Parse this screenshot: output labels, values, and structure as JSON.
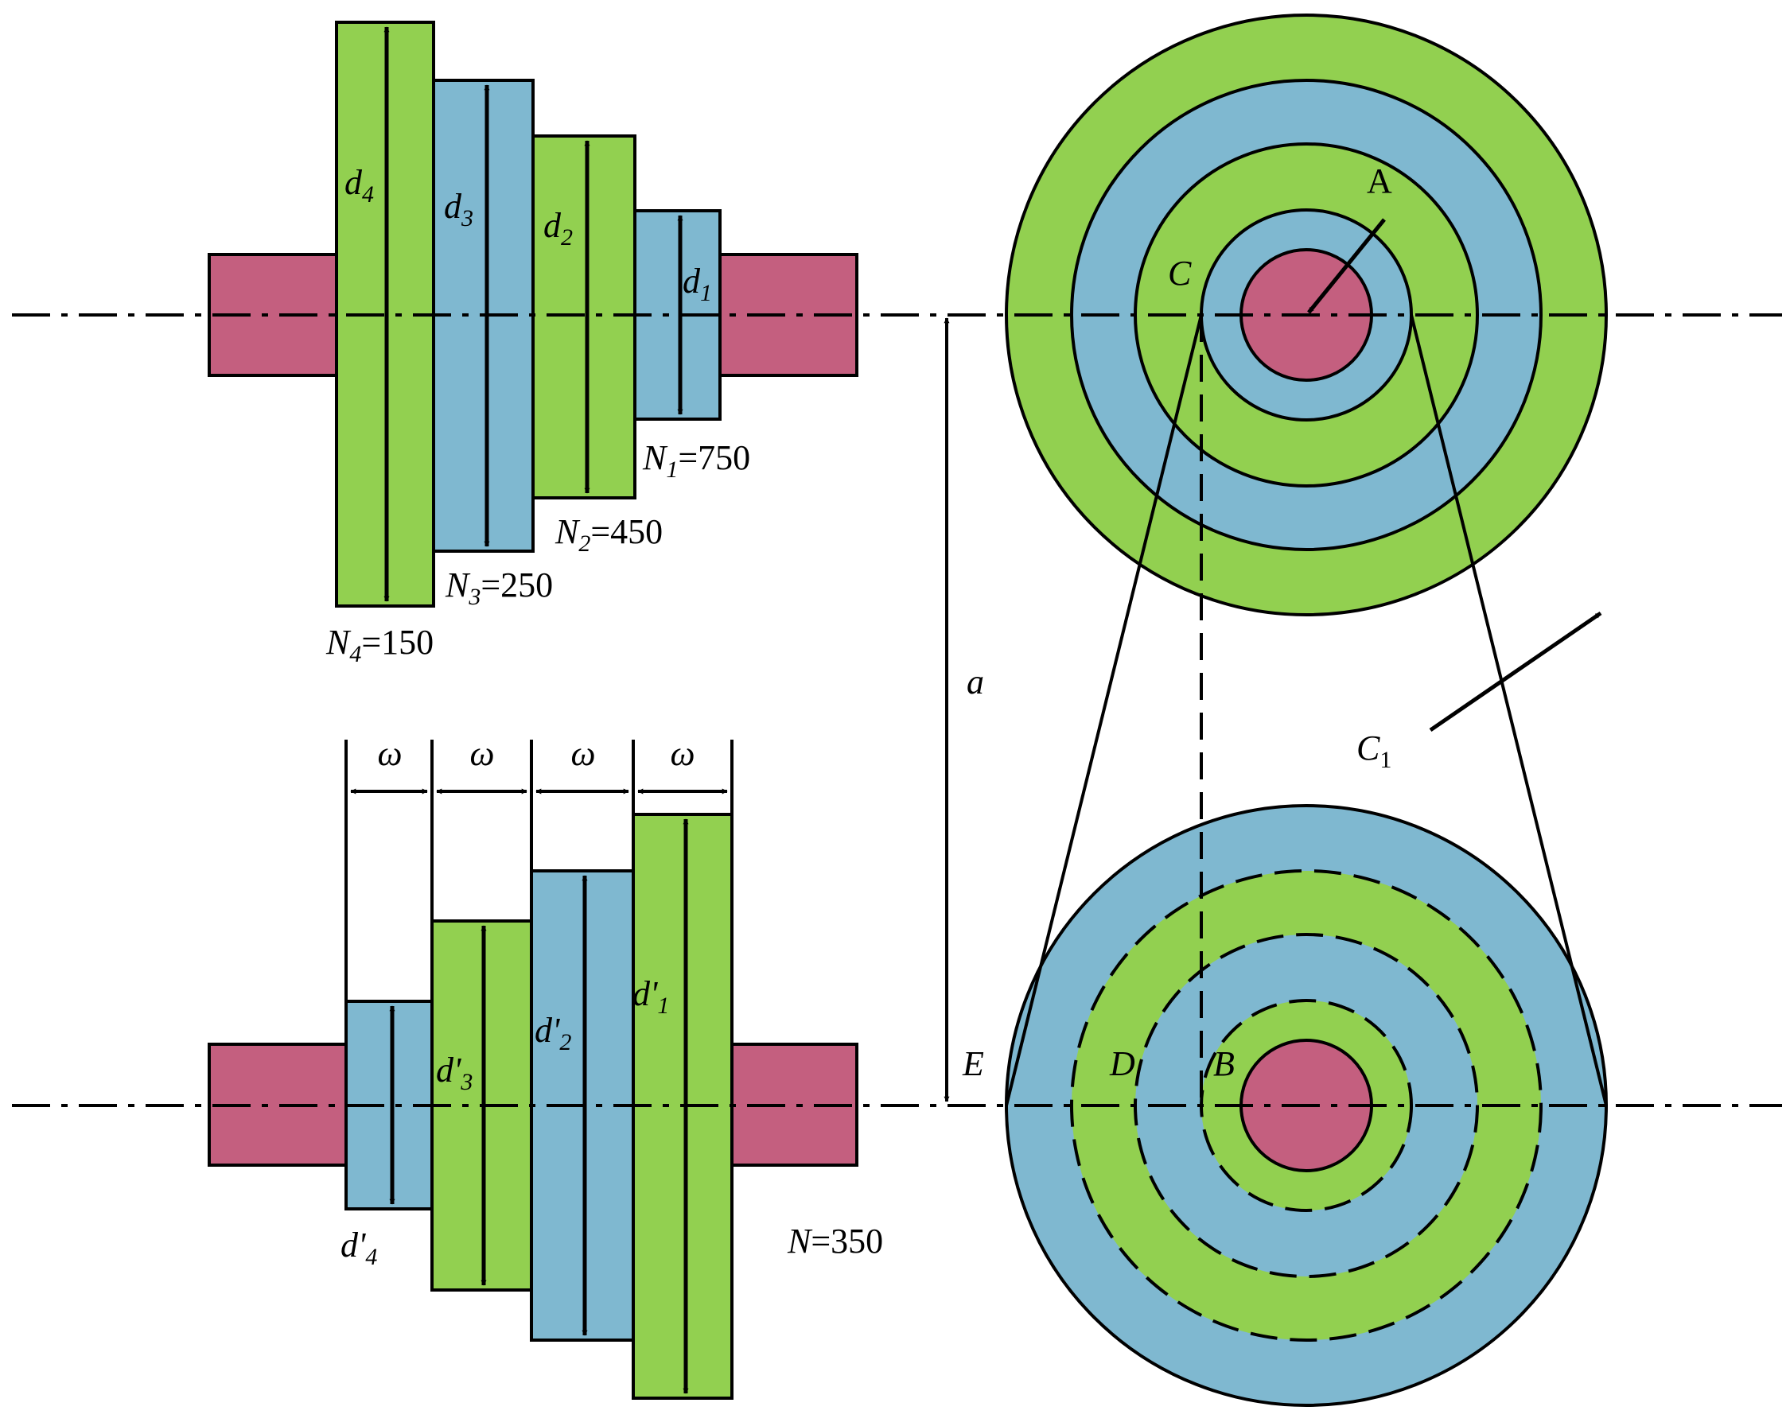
{
  "colors": {
    "green": "#92d050",
    "blue": "#7fb8d0",
    "shaft": "#c45f7f",
    "line": "#000000",
    "background": "#ffffff"
  },
  "upper_pulley": {
    "steps": [
      {
        "diameter": "d",
        "diameter_sub": "4",
        "speed": "N",
        "speed_sub": "4",
        "speed_value": "=150"
      },
      {
        "diameter": "d",
        "diameter_sub": "3",
        "speed": "N",
        "speed_sub": "3",
        "speed_value": "=250"
      },
      {
        "diameter": "d",
        "diameter_sub": "2",
        "speed": "N",
        "speed_sub": "2",
        "speed_value": "=450"
      },
      {
        "diameter": "d",
        "diameter_sub": "1",
        "speed": "N",
        "speed_sub": "1",
        "speed_value": "=750"
      }
    ]
  },
  "lower_pulley": {
    "steps": [
      {
        "diameter": "d'",
        "diameter_sub": "4"
      },
      {
        "diameter": "d'",
        "diameter_sub": "3"
      },
      {
        "diameter": "d'",
        "diameter_sub": "2"
      },
      {
        "diameter": "d'",
        "diameter_sub": "1"
      }
    ],
    "width_symbol": "ω",
    "speed": "N",
    "speed_value": "=350"
  },
  "center_distance": "a",
  "points": {
    "A": "A",
    "B": "B",
    "C": "C",
    "D": "D",
    "E": "E",
    "C1": "C",
    "C1_sub": "1"
  }
}
